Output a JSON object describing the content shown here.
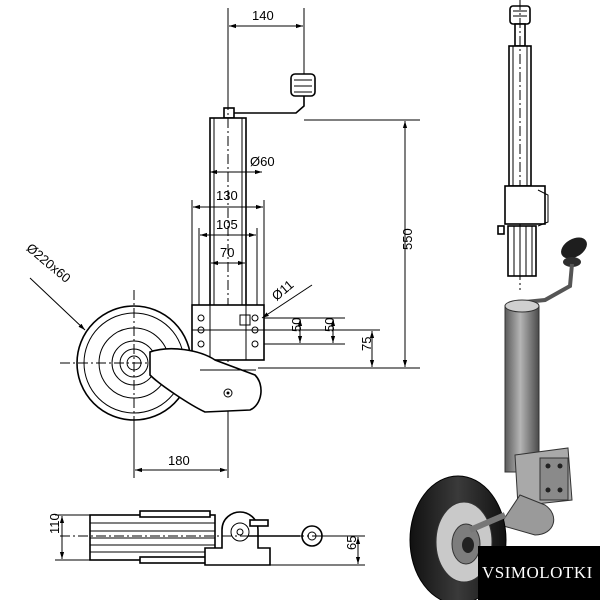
{
  "dimensions": {
    "handle_offset": "140",
    "tube_diameter": "Ø60",
    "plate_width_outer": "130",
    "plate_width_mid": "105",
    "plate_width_inner": "70",
    "hole_diameter": "Ø11",
    "wheel_size": "Ø220x60",
    "total_height": "550",
    "hole_spacing_a": "50",
    "hole_spacing_b": "50",
    "bottom_offset": "75",
    "wheel_offset": "180",
    "bottom_width": "110",
    "bottom_height": "65"
  },
  "brand": {
    "name": "VSIMOLOTKI",
    "background": "#000000",
    "color": "#ffffff"
  },
  "colors": {
    "line": "#000000",
    "background": "#ffffff",
    "tube_gray": "#8c8c8c",
    "tire_dark": "#2a2a2a"
  }
}
